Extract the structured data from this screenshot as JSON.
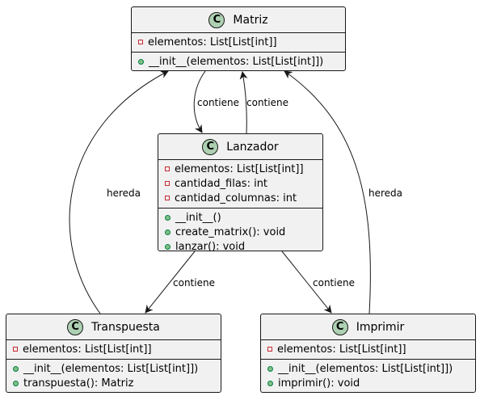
{
  "classes": {
    "matriz": {
      "badge": "C",
      "name": "Matriz",
      "attributes": [
        "elementos: List[List[int]]"
      ],
      "methods": [
        "__init__(elementos: List[List[int]])"
      ]
    },
    "lanzador": {
      "badge": "C",
      "name": "Lanzador",
      "attributes": [
        "elementos: List[List[int]]",
        "cantidad_filas: int",
        "cantidad_columnas: int"
      ],
      "methods": [
        "__init__()",
        "create_matrix(): void",
        "lanzar(): void"
      ]
    },
    "transpuesta": {
      "badge": "C",
      "name": "Transpuesta",
      "attributes": [
        "elementos: List[List[int]]"
      ],
      "methods": [
        "__init__(elementos: List[List[int]])",
        "transpuesta(): Matriz"
      ]
    },
    "imprimir": {
      "badge": "C",
      "name": "Imprimir",
      "attributes": [
        "elementos: List[List[int]]"
      ],
      "methods": [
        "__init__(elementos: List[List[int]])",
        "imprimir(): void"
      ]
    }
  },
  "edges": {
    "matriz_lanzador": "contiene",
    "lanzador_matriz": "contiene",
    "transpuesta_matriz": "hereda",
    "imprimir_matriz": "hereda",
    "lanzador_transpuesta": "contiene",
    "lanzador_imprimir": "contiene"
  },
  "colors": {
    "box_fill": "#f1f1f1",
    "border": "#181818",
    "class_badge": "#add1b2",
    "private_marker": "#c82930",
    "public_marker": "#84be84"
  }
}
